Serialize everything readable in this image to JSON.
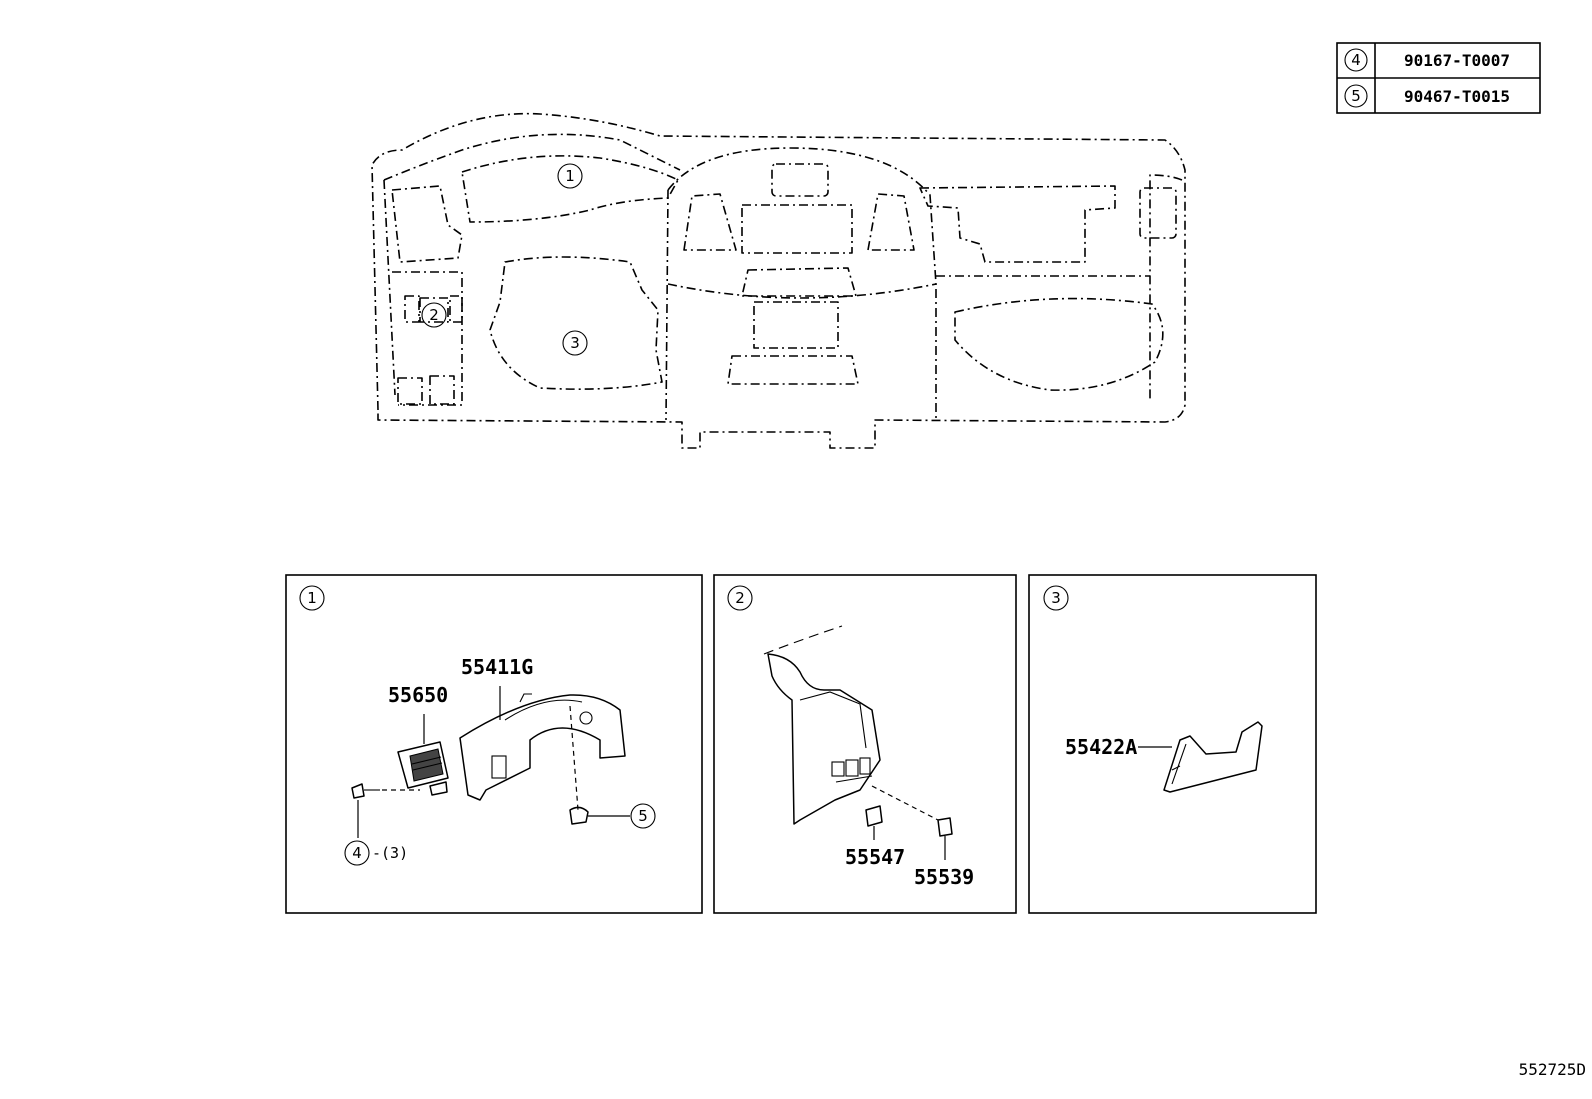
{
  "legend": {
    "rows": [
      {
        "ref": "4",
        "part_no": "90167-T0007"
      },
      {
        "ref": "5",
        "part_no": "90467-T0015"
      }
    ]
  },
  "overview": {
    "callouts": [
      "1",
      "2",
      "3"
    ]
  },
  "panels": [
    {
      "ref": "1",
      "labels": {
        "a": "55650",
        "b": "55411G",
        "c": "4",
        "d": "-(3)",
        "e": "5"
      }
    },
    {
      "ref": "2",
      "labels": {
        "a": "55547",
        "b": "55539"
      }
    },
    {
      "ref": "3",
      "labels": {
        "a": "55422A"
      }
    }
  ],
  "diagram_code": "552725D"
}
